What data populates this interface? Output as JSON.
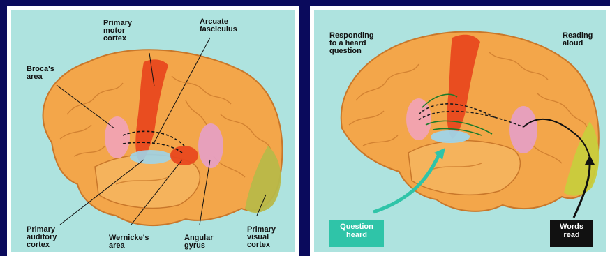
{
  "left_panel": {
    "labels": {
      "primary_motor_cortex": "Primary\nmotor\ncortex",
      "arcuate_fasciculus": "Arcuate\nfasciculus",
      "brocas_area": "Broca's\narea",
      "primary_auditory_cortex": "Primary\nauditory\ncortex",
      "wernickes_area": "Wernicke's\narea",
      "angular_gyrus": "Angular\ngyrus",
      "primary_visual_cortex": "Primary\nvisual\ncortex"
    }
  },
  "right_panel": {
    "labels": {
      "responding": "Responding\nto a heard\nquestion",
      "reading_aloud": "Reading\naloud"
    },
    "tags": {
      "question_heard": "Question\nheard",
      "words_read": "Words\nread"
    }
  },
  "colors": {
    "background": "#0a0a5c",
    "panel_bg": "#aee3df",
    "brain": "#f3a64a",
    "motor_cortex": "#e8481e",
    "broca": "#f2a3b8",
    "auditory": "#9fd4e8",
    "wernicke": "#e8481e",
    "angular": "#e6a0c8",
    "visual": "#b8b848",
    "question_tag": "#2fc4a8",
    "words_tag": "#111111"
  }
}
